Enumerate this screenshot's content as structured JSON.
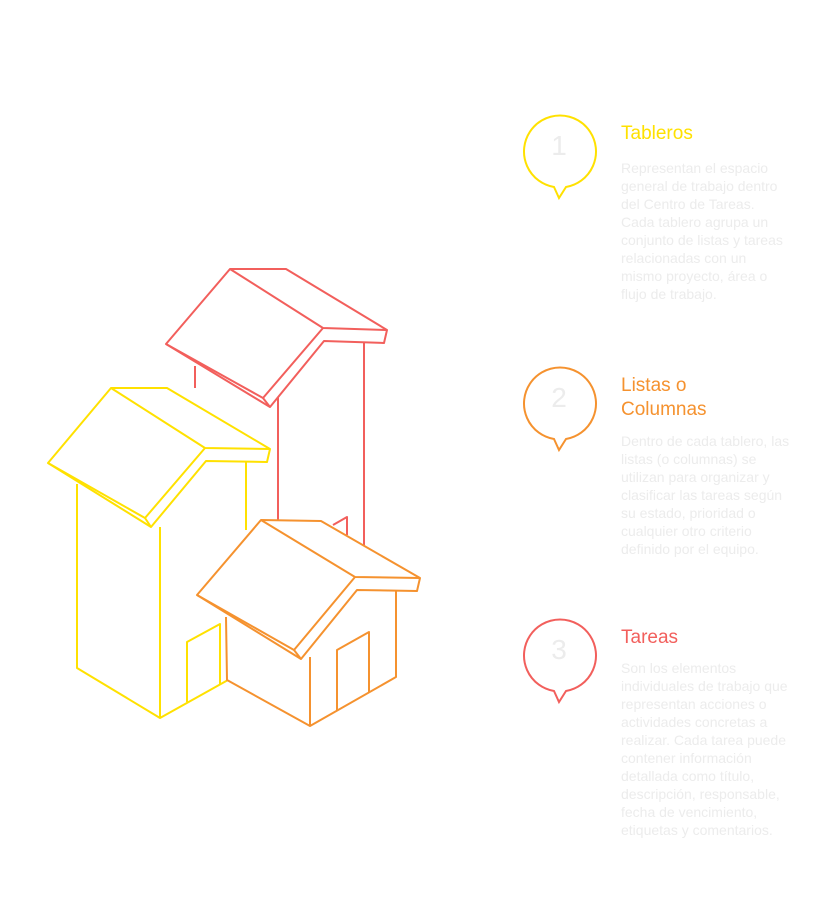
{
  "colors": {
    "yellow": "#FFE100",
    "orange": "#F5922F",
    "red": "#F25F5C",
    "body_text": "#ECECEC"
  },
  "items": [
    {
      "number": "1",
      "title": "Tableros",
      "body": "Representan el espacio general de trabajo dentro del Centro de Tareas. Cada tablero agrupa un conjunto de listas y tareas relacionadas con un mismo proyecto, área o flujo de trabajo."
    },
    {
      "number": "2",
      "title": "Listas o Columnas",
      "body": "Dentro de cada tablero, las listas (o columnas) se utilizan para organizar y clasificar las tareas según su estado, prioridad o cualquier otro criterio definido por el equipo."
    },
    {
      "number": "3",
      "title": "Tareas",
      "body": "Son los elementos individuales de trabajo que representan acciones o actividades concretas a realizar. Cada tarea puede contener información detallada como título, descripción, responsable, fecha de vencimiento, etiquetas y comentarios."
    }
  ]
}
